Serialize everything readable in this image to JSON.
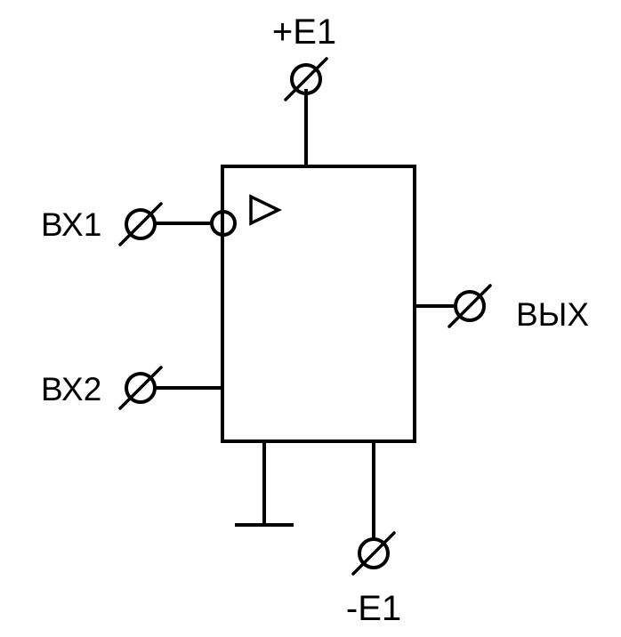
{
  "diagram": {
    "labels": {
      "supply_positive": "+E1",
      "supply_negative": "-E1",
      "input_1": "ВХ1",
      "input_2": "ВХ2",
      "output": "ВЫХ"
    }
  }
}
